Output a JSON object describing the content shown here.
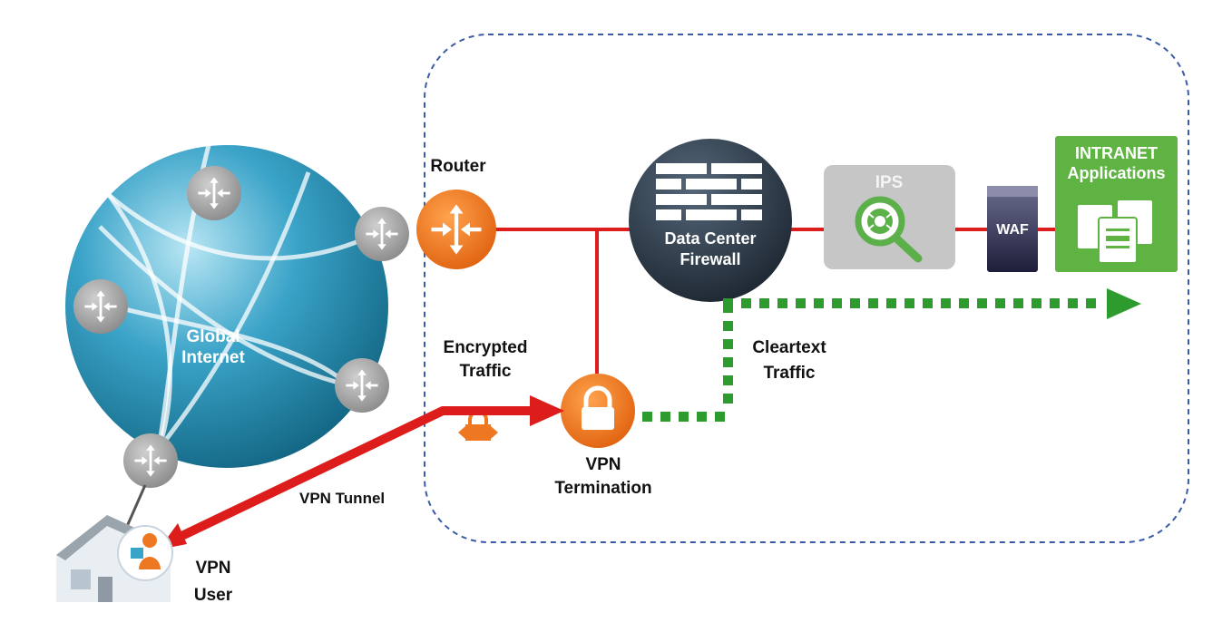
{
  "labels": {
    "global_internet": [
      "Global",
      "Internet"
    ],
    "router": "Router",
    "firewall": [
      "Data Center",
      "Firewall"
    ],
    "ips": "IPS",
    "waf": "WAF",
    "intranet": [
      "INTRANET",
      "Applications"
    ],
    "encrypted_traffic": [
      "Encrypted",
      "Traffic"
    ],
    "cleartext_traffic": [
      "Cleartext",
      "Traffic"
    ],
    "vpn_termination": [
      "VPN",
      "Termination"
    ],
    "vpn_tunnel": "VPN Tunnel",
    "vpn_user": [
      "VPN",
      "User"
    ]
  },
  "icons": {
    "globe": "globe-icon",
    "router": "router-icon",
    "firewall": "firewall-brick-icon",
    "ips": "bug-magnifier-icon",
    "waf": "server-icon",
    "intranet": "documents-icon",
    "vpn_termination": "lock-icon",
    "vpn_user": "house-user-icon"
  },
  "colors": {
    "globe": "#3aa3c8",
    "internet_router": "#9a9a9a",
    "router": "#ee7722",
    "firewall": "#2e3b49",
    "ips_box": "#c6c6c6",
    "ips_icon": "#5bb04a",
    "waf": "#35355a",
    "intranet": "#5fb342",
    "link": "#dd1c1c",
    "cleartext": "#2e9b2e",
    "boundary": "#3b5ba8"
  }
}
